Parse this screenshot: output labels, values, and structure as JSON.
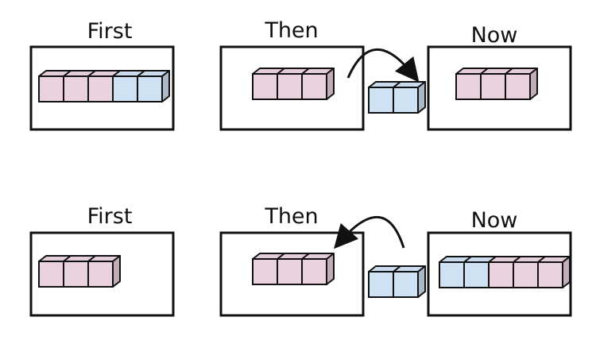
{
  "colors": {
    "pink": "#ead3df",
    "blue": "#cfe2f3",
    "stroke": "#111111"
  },
  "rows": [
    {
      "first": {
        "label": "First",
        "cubes": [
          "pink",
          "pink",
          "pink",
          "blue",
          "blue"
        ]
      },
      "then": {
        "label": "Then",
        "cubes": [
          "pink",
          "pink",
          "pink"
        ]
      },
      "moved": {
        "cubes": [
          "blue",
          "blue"
        ],
        "arrow": "take-away"
      },
      "now": {
        "label": "Now",
        "cubes": [
          "pink",
          "pink",
          "pink"
        ]
      }
    },
    {
      "first": {
        "label": "First",
        "cubes": [
          "pink",
          "pink",
          "pink"
        ]
      },
      "then": {
        "label": "Then",
        "cubes": [
          "pink",
          "pink",
          "pink"
        ]
      },
      "moved": {
        "cubes": [
          "blue",
          "blue"
        ],
        "arrow": "put-in"
      },
      "now": {
        "label": "Now",
        "cubes": [
          "blue",
          "blue",
          "pink",
          "pink",
          "pink"
        ]
      }
    }
  ]
}
